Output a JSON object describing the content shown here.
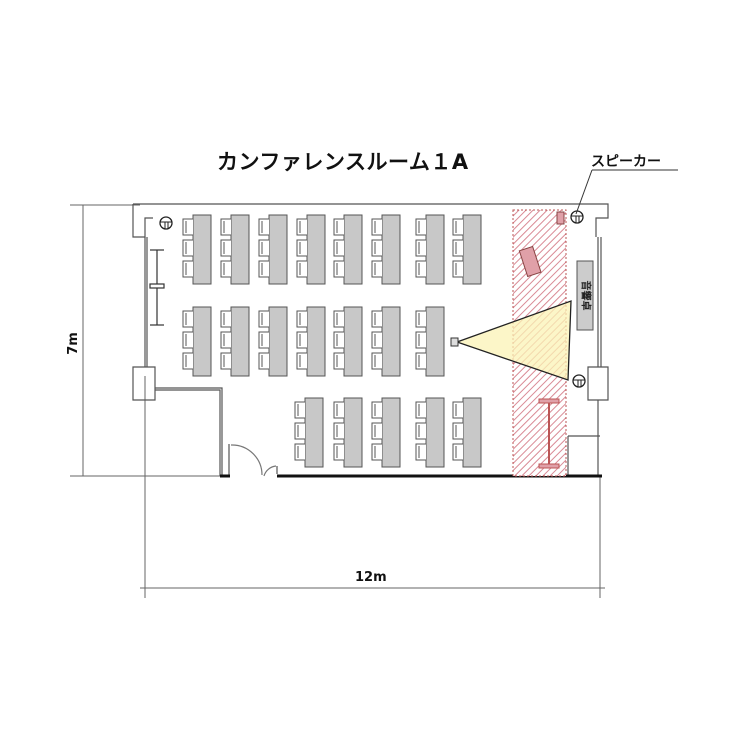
{
  "title": "カンファレンスルーム１A",
  "labels": {
    "speaker": "スピーカー",
    "audio_desk": "音響卓",
    "height_dimension": "7m",
    "width_dimension": "12m"
  },
  "colors": {
    "desk": "#c8c8c8",
    "stage_hatch": "#d98a95",
    "projection": "#fbf3b5",
    "wall": "#555555"
  },
  "seating": {
    "rows": [
      {
        "desk_count": 8
      },
      {
        "desk_count": 7
      },
      {
        "desk_count": 5
      }
    ],
    "chairs_per_desk": 3
  }
}
